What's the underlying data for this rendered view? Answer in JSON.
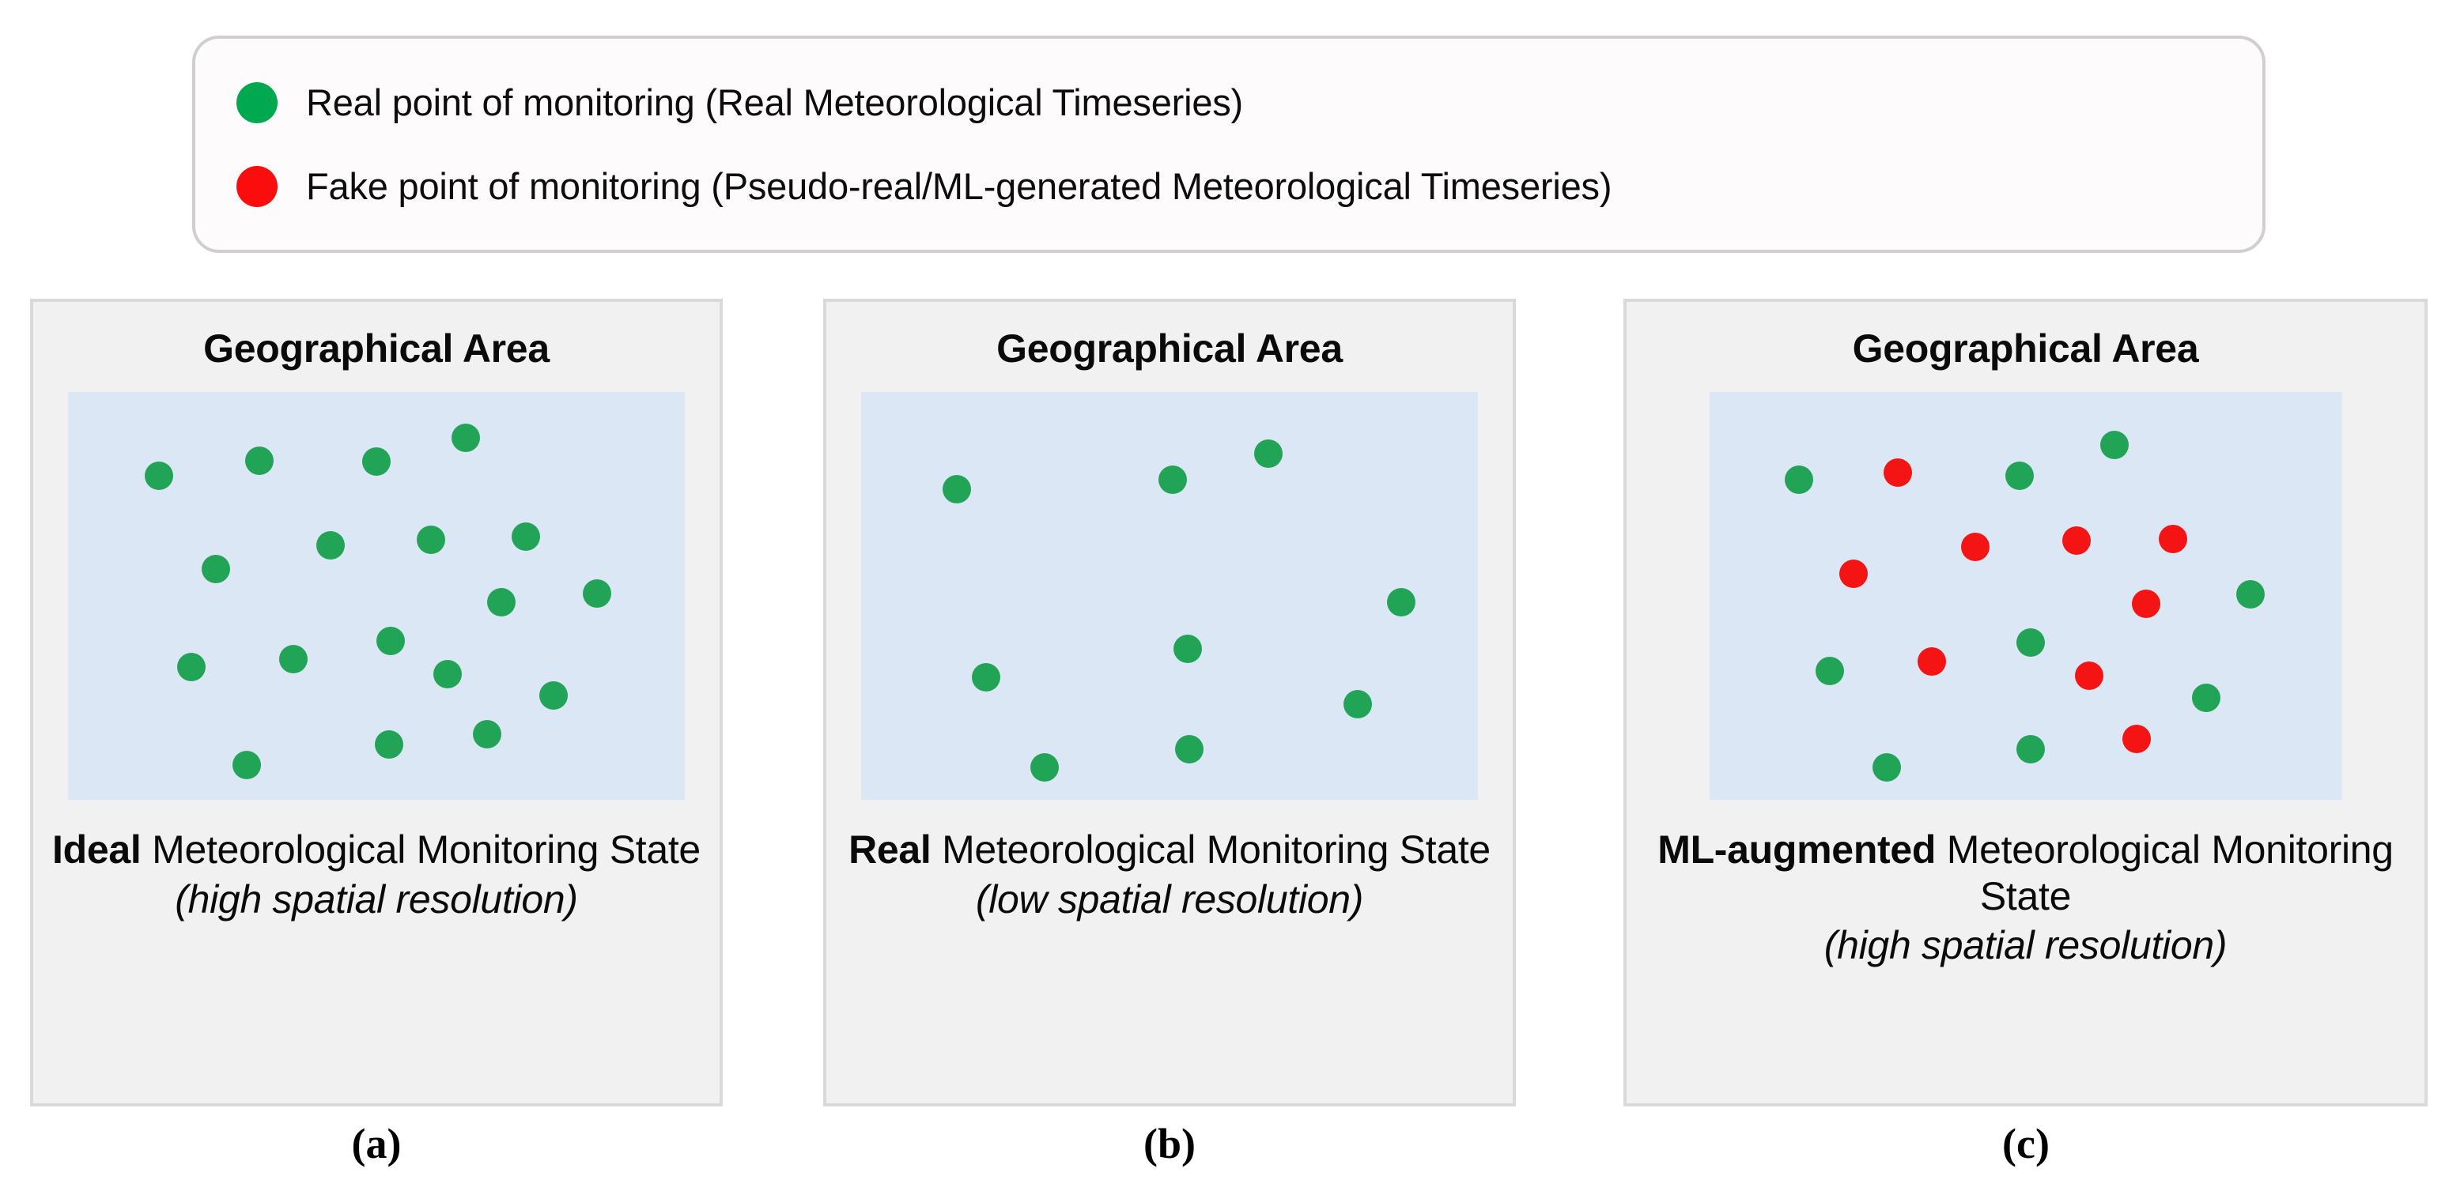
{
  "legend": {
    "items": [
      {
        "marker": "green-dot-icon",
        "color": "#00a94f",
        "label": "Real point of monitoring (Real Meteorological Timeseries)"
      },
      {
        "marker": "red-dot-icon",
        "color": "#fb0d0d",
        "label": "Fake point of monitoring (Pseudo-real/ML-generated Meteorological Timeseries)"
      }
    ]
  },
  "colors": {
    "green_marker": "#22a457",
    "red_marker": "#f41414",
    "map_fill": "#dbe7f5",
    "panel_fill": "#f1f1f1",
    "panel_border": "#d9d9d9",
    "legend_border": "#cfcfcf"
  },
  "panels": [
    {
      "id": "a",
      "sublabel": "(a)",
      "title": "Geographical Area",
      "caption_strong": "Ideal",
      "caption_rest": " Meteorological Monitoring State",
      "caption_sub": "(high spatial resolution)",
      "points": [
        {
          "x": 14.8,
          "y": 20.5,
          "type": "real"
        },
        {
          "x": 31.0,
          "y": 16.8,
          "type": "real"
        },
        {
          "x": 50.0,
          "y": 17.0,
          "type": "real"
        },
        {
          "x": 64.5,
          "y": 11.3,
          "type": "real"
        },
        {
          "x": 42.6,
          "y": 37.6,
          "type": "real"
        },
        {
          "x": 58.9,
          "y": 36.2,
          "type": "real"
        },
        {
          "x": 74.2,
          "y": 35.5,
          "type": "real"
        },
        {
          "x": 24.0,
          "y": 43.5,
          "type": "real"
        },
        {
          "x": 70.3,
          "y": 51.5,
          "type": "real"
        },
        {
          "x": 85.8,
          "y": 49.4,
          "type": "real"
        },
        {
          "x": 52.3,
          "y": 61.0,
          "type": "real"
        },
        {
          "x": 36.5,
          "y": 65.5,
          "type": "real"
        },
        {
          "x": 20.0,
          "y": 67.5,
          "type": "real"
        },
        {
          "x": 61.5,
          "y": 69.1,
          "type": "real"
        },
        {
          "x": 78.7,
          "y": 74.5,
          "type": "real"
        },
        {
          "x": 67.9,
          "y": 84.0,
          "type": "real"
        },
        {
          "x": 52.0,
          "y": 86.4,
          "type": "real"
        },
        {
          "x": 29.0,
          "y": 91.5,
          "type": "real"
        }
      ]
    },
    {
      "id": "b",
      "sublabel": "(b)",
      "title": "Geographical Area",
      "caption_strong": "Real",
      "caption_rest": " Meteorological Monitoring State",
      "caption_sub": "(low spatial resolution)",
      "points": [
        {
          "x": 15.5,
          "y": 23.8,
          "type": "real"
        },
        {
          "x": 50.5,
          "y": 21.5,
          "type": "real"
        },
        {
          "x": 66.0,
          "y": 15.2,
          "type": "real"
        },
        {
          "x": 87.5,
          "y": 51.5,
          "type": "real"
        },
        {
          "x": 53.0,
          "y": 63.0,
          "type": "real"
        },
        {
          "x": 20.3,
          "y": 70.0,
          "type": "real"
        },
        {
          "x": 80.5,
          "y": 76.5,
          "type": "real"
        },
        {
          "x": 53.2,
          "y": 87.5,
          "type": "real"
        },
        {
          "x": 29.7,
          "y": 92.0,
          "type": "real"
        }
      ]
    },
    {
      "id": "c",
      "sublabel": "(c)",
      "title": "Geographical Area",
      "caption_strong": "ML-augmented",
      "caption_rest": " Meteorological Monitoring State",
      "caption_sub": "(high spatial resolution)",
      "points": [
        {
          "x": 14.2,
          "y": 21.5,
          "type": "real"
        },
        {
          "x": 29.8,
          "y": 19.8,
          "type": "fake"
        },
        {
          "x": 49.0,
          "y": 20.5,
          "type": "real"
        },
        {
          "x": 64.0,
          "y": 13.0,
          "type": "real"
        },
        {
          "x": 42.0,
          "y": 38.0,
          "type": "fake"
        },
        {
          "x": 58.0,
          "y": 36.5,
          "type": "fake"
        },
        {
          "x": 73.3,
          "y": 36.0,
          "type": "fake"
        },
        {
          "x": 22.8,
          "y": 44.5,
          "type": "fake"
        },
        {
          "x": 69.0,
          "y": 52.0,
          "type": "fake"
        },
        {
          "x": 85.5,
          "y": 49.6,
          "type": "real"
        },
        {
          "x": 50.8,
          "y": 61.5,
          "type": "real"
        },
        {
          "x": 35.2,
          "y": 66.0,
          "type": "fake"
        },
        {
          "x": 19.0,
          "y": 68.5,
          "type": "real"
        },
        {
          "x": 60.0,
          "y": 69.5,
          "type": "fake"
        },
        {
          "x": 78.5,
          "y": 75.0,
          "type": "real"
        },
        {
          "x": 67.5,
          "y": 85.0,
          "type": "fake"
        },
        {
          "x": 50.8,
          "y": 87.5,
          "type": "real"
        },
        {
          "x": 28.0,
          "y": 92.0,
          "type": "real"
        }
      ]
    }
  ]
}
